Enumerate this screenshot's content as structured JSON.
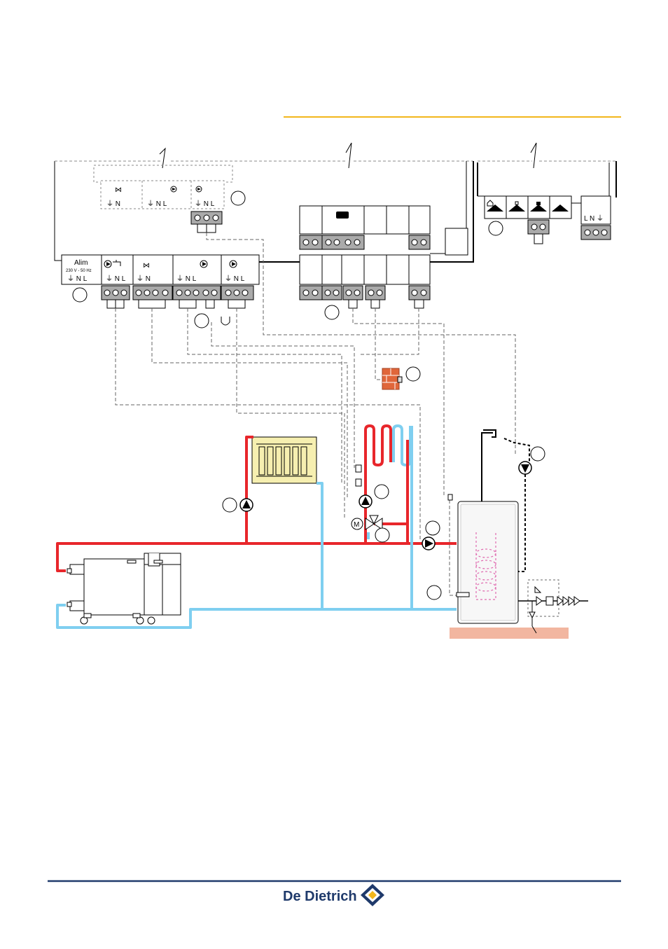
{
  "colors": {
    "header_rule": "#f2b61c",
    "footer_rule": "#1f3a6b",
    "hot_pipe": "#e8262b",
    "cold_pipe": "#7fcff0",
    "floor": "#f2b6a0",
    "radiator": "#f6efb0",
    "brick": "#e0663a",
    "logo_blue": "#1f3a6b",
    "logo_yellow": "#f2b61c"
  },
  "module_left": {
    "alim_label": "Alim",
    "alim_voltage": "230 V - 50 Hz",
    "alim_terminals": "⏚ N L",
    "terminals_a": "⏚ N L",
    "terminals_b": "⏚ N",
    "terminals_c": "⏚ N L",
    "terminals_d": "⏚ N L"
  },
  "module_top": {
    "terminals_a": "⏚ N",
    "terminals_b": "⏚ N L",
    "terminals_c": "⏚ N L"
  },
  "module_right": {
    "terminals": "L N ⏚"
  },
  "brand": {
    "name": "De Dietrich"
  }
}
